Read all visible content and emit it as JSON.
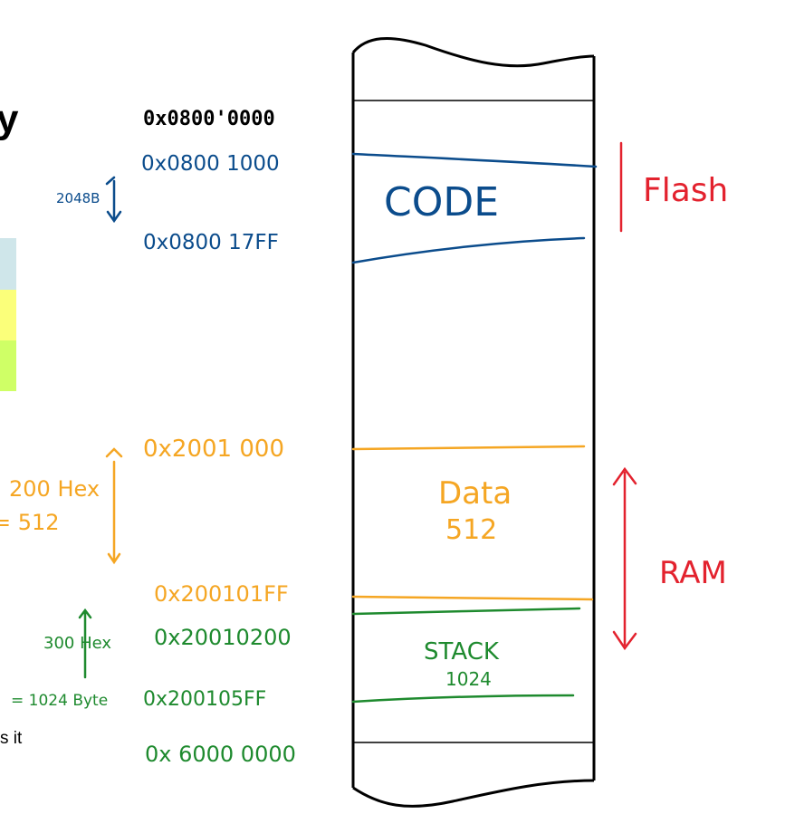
{
  "colors": {
    "ink": "#000000",
    "flash_blue": "#0b4c8c",
    "ram_orange": "#f5a623",
    "stack_green": "#1e8a2e",
    "region_red": "#e3222e",
    "band_cyan": "#cfe6ea",
    "band_yellow": "#fbff7a",
    "band_lime": "#cfff66"
  },
  "fragments": {
    "slide_title_fragment": "y",
    "body_text_fragment": "s it"
  },
  "addresses": {
    "top_printed": "0x0800'0000",
    "code_start": "0x0800 1000",
    "code_end": "0x0800 17FF",
    "data_start": "0x2001 000",
    "data_end": "0x200101FF",
    "stack_start": "0x20010200",
    "stack_end": "0x200105FF",
    "bottom": "0x 6000 0000"
  },
  "sizes": {
    "code_size": "2048B",
    "data_size_hex": "200 Hex",
    "data_size_dec": "= 512",
    "stack_size_hex": "300 Hex",
    "stack_size_dec": "= 1024 Byte"
  },
  "blocks": {
    "code": "CODE",
    "data_line1": "Data",
    "data_line2": "512",
    "stack_line1": "STACK",
    "stack_line2": "1024"
  },
  "regions": {
    "flash": "Flash",
    "ram": "RAM"
  }
}
